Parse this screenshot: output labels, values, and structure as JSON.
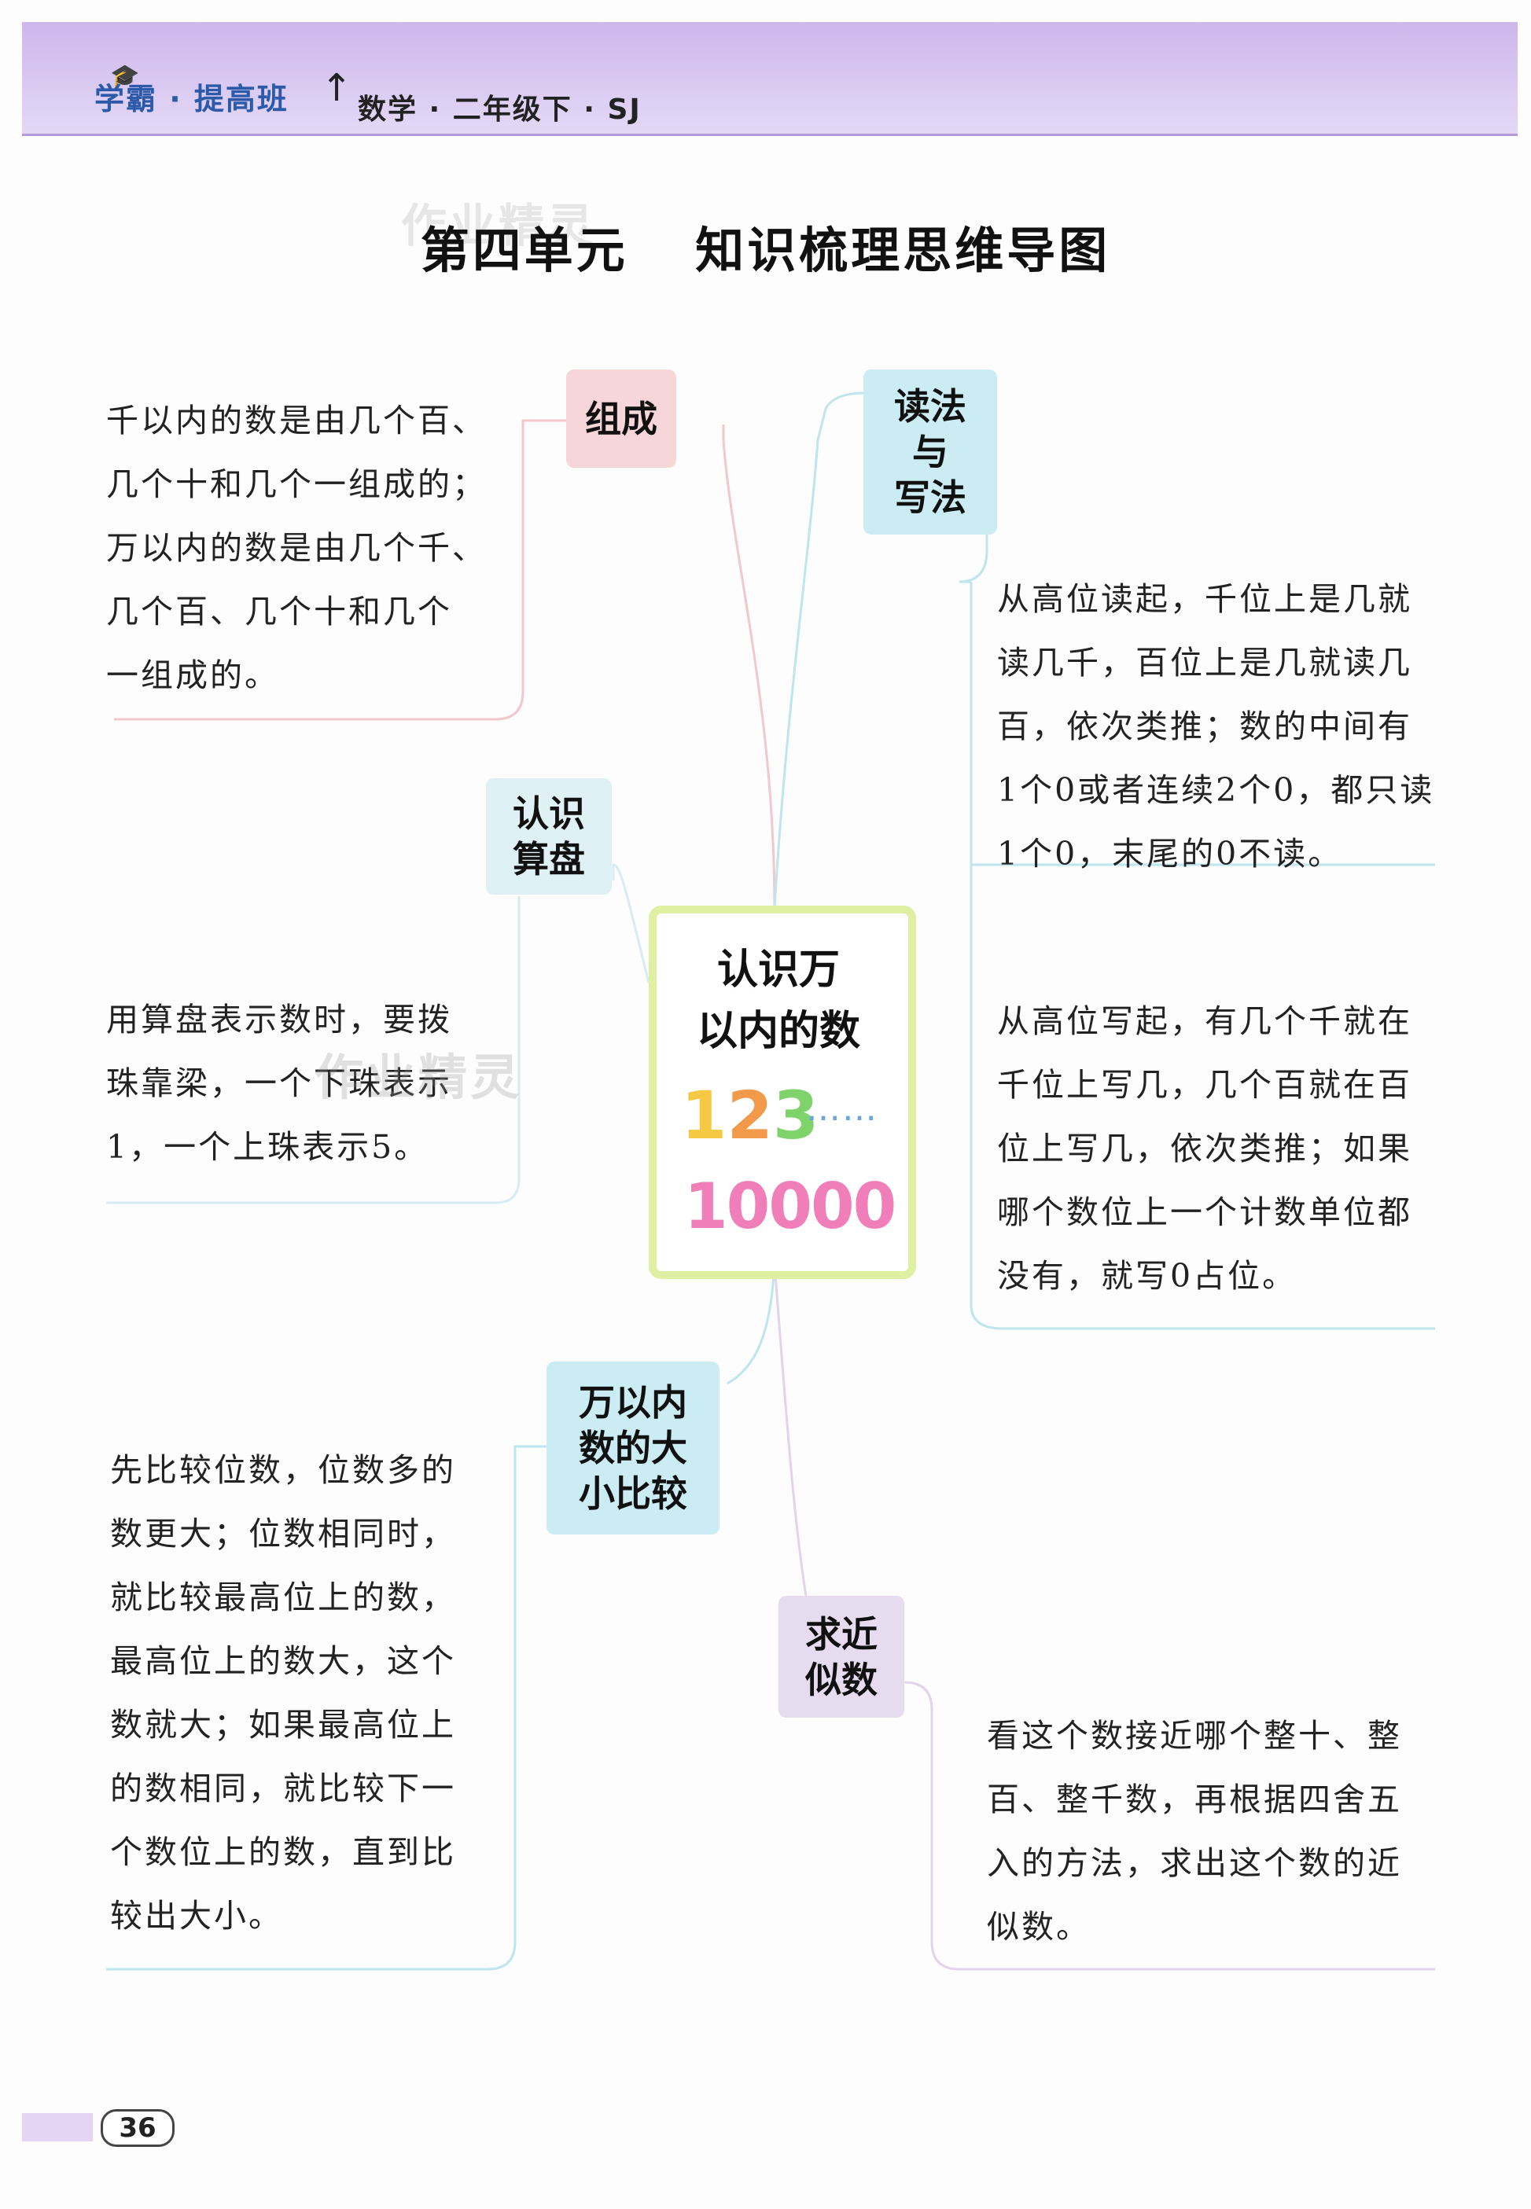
{
  "header": {
    "brand": "学霸 · 提高班",
    "subject": "数学 · 二年级下 · SJ"
  },
  "title": "第四单元 知识梳理思维导图",
  "watermark": "作业精灵",
  "center": {
    "title_line1": "认识万",
    "title_line2": "以内的数",
    "digits_1": "1",
    "digits_2": "2",
    "digits_3": "3",
    "dots": "……",
    "big_number": "10000"
  },
  "branches": {
    "composition": {
      "label": "组成",
      "lines": [
        "千以内的数是由几个百、",
        "几个十和几个一组成的；",
        "万以内的数是由几个千、",
        "几个百、几个十和几个",
        "一组成的。"
      ]
    },
    "read_write": {
      "label_line1": "读法",
      "label_line2": "与",
      "label_line3": "写法",
      "read_lines": [
        "从高位读起，千位上是几就",
        "读几千，百位上是几就读几",
        "百，依次类推；数的中间有",
        "1个0或者连续2个0，都只读",
        "1个0，末尾的0不读。"
      ],
      "write_lines": [
        "从高位写起，有几个千就在",
        "千位上写几，几个百就在百",
        "位上写几，依次类推；如果",
        "哪个数位上一个计数单位都",
        "没有，就写0占位。"
      ]
    },
    "abacus": {
      "label_line1": "认识",
      "label_line2": "算盘",
      "lines": [
        "用算盘表示数时，要拨",
        "珠靠梁，一个下珠表示",
        "1，一个上珠表示5。"
      ]
    },
    "compare": {
      "label_line1": "万以内",
      "label_line2": "数的大",
      "label_line3": "小比较",
      "lines": [
        "先比较位数，位数多的",
        "数更大；位数相同时，",
        "就比较最高位上的数，",
        "最高位上的数大，这个",
        "数就大；如果最高位上",
        "的数相同，就比较下一",
        "个数位上的数，直到比",
        "较出大小。"
      ]
    },
    "approx": {
      "label_line1": "求近",
      "label_line2": "似数",
      "lines": [
        "看这个数接近哪个整十、整",
        "百、整千数，再根据四舍五",
        "入的方法，求出这个数的近",
        "似数。"
      ]
    }
  },
  "footer": {
    "page_number": "36"
  },
  "colors": {
    "header_bg": "#cdb7ec",
    "pink_box": "#f6d6d8",
    "cyan_box": "#ccecf4",
    "purple_box": "#e7dbef",
    "center_border": "#dff0a2",
    "digit_1": "#f6c945",
    "digit_2": "#f39a4a",
    "digit_3": "#7ed36b",
    "big_number": "#f07fb9"
  }
}
